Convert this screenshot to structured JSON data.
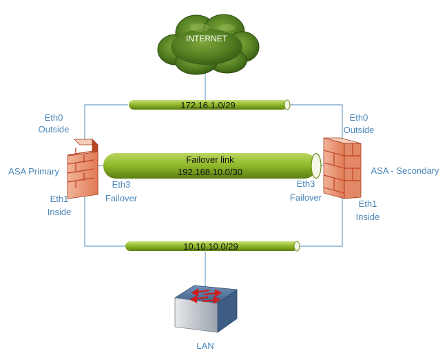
{
  "diagram": {
    "internet_label": "INTERNET",
    "lan_label": "LAN",
    "segments": {
      "outside": "172.16.1.0/29",
      "inside": "10.10.10.0/29",
      "failover_title": "Failover link",
      "failover_subnet": "192.168.10.0/30"
    },
    "primary": {
      "name": "ASA Primary",
      "eth0_line1": "Eth0",
      "eth0_line2": "Outside",
      "eth1_line1": "Eth1",
      "eth1_line2": "Inside",
      "eth3_line1": "Eth3",
      "eth3_line2": "Failover"
    },
    "secondary": {
      "name": "ASA - Secondary",
      "eth0_line1": "Eth0",
      "eth0_line2": "Outside",
      "eth1_line1": "Eth1",
      "eth1_line2": "Inside",
      "eth3_line1": "Eth3",
      "eth3_line2": "Failover"
    },
    "colors": {
      "link_line": "#6a9fc9",
      "label_text": "#4a86b8",
      "pipe_green": "#8fb829",
      "cloud_green": "#4e7a1f",
      "firewall_red": "#d9573c",
      "switch_blue": "#4a6d94"
    }
  }
}
